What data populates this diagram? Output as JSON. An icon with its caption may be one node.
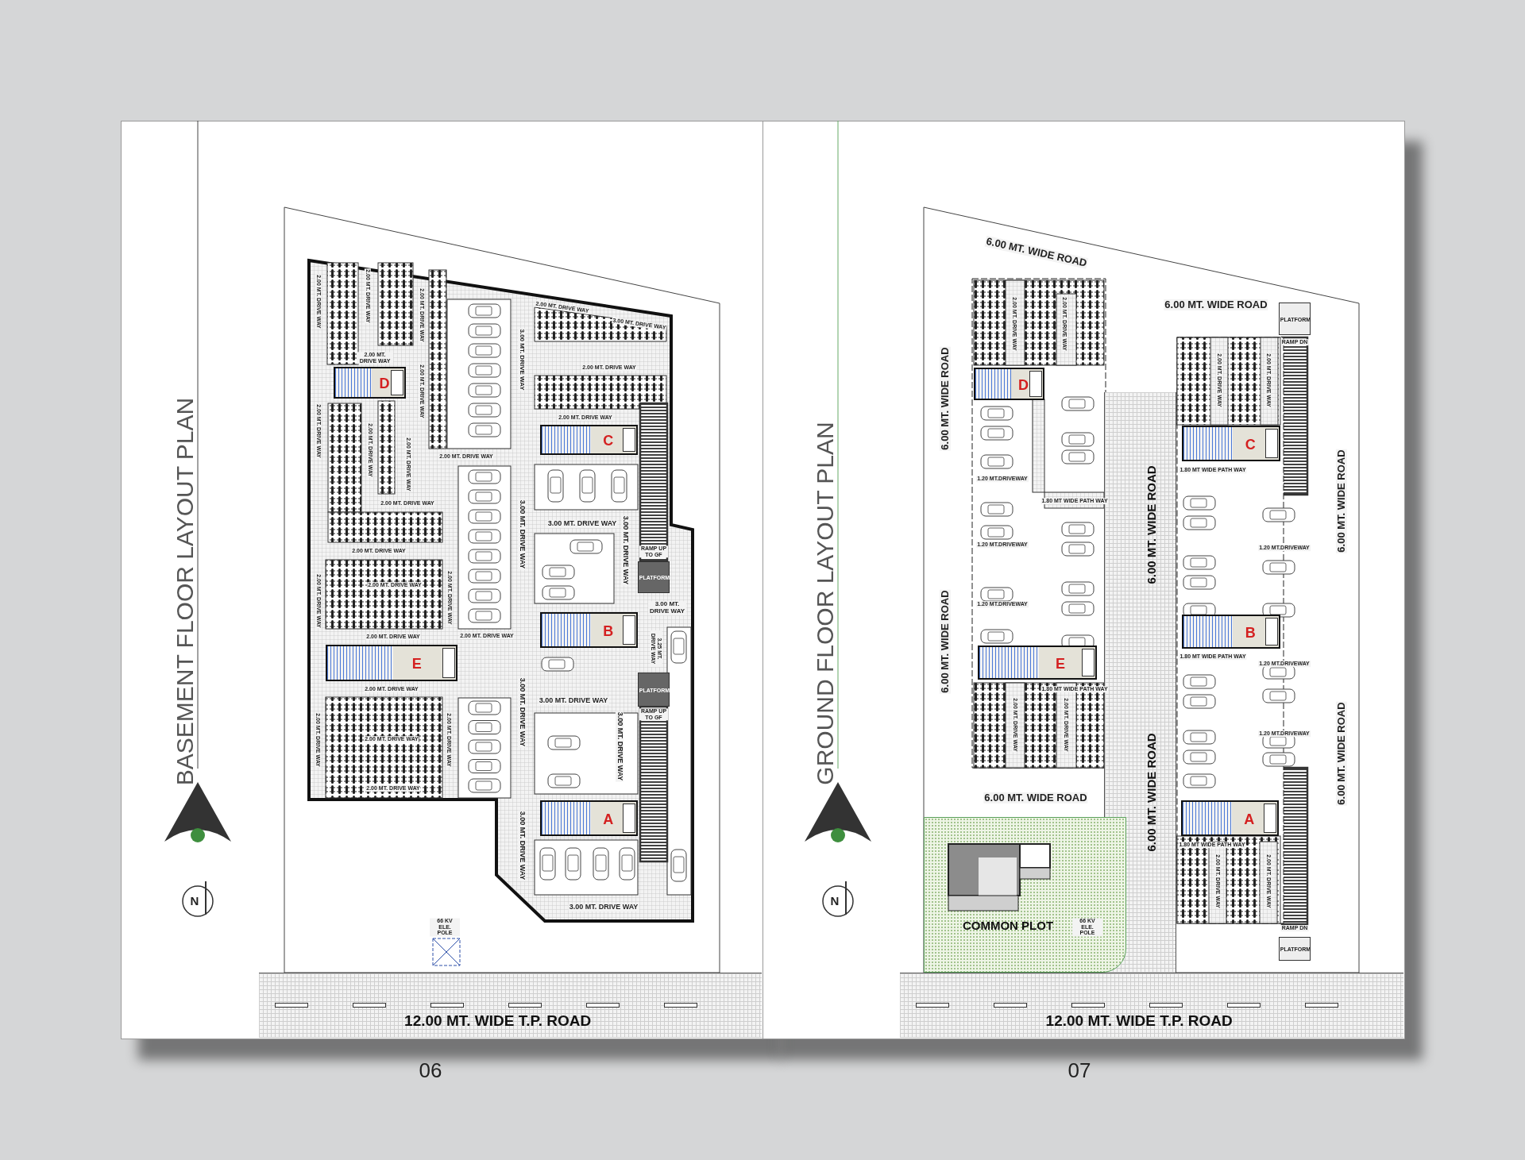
{
  "diagram": {
    "nodes": [
      {
        "text": [
          "D"
        ]
      },
      {
        "text": [
          "C"
        ]
      },
      {
        "text": [
          "E"
        ]
      },
      {
        "text": [
          "B"
        ]
      },
      {
        "text": [
          "A"
        ]
      },
      {
        "text": [
          "PLATFORM"
        ]
      },
      {
        "text": [
          "PLATFORM"
        ]
      },
      {
        "text": [
          "12.00 MT. WIDE T.P. ROAD"
        ]
      },
      {
        "text": [
          "D"
        ]
      },
      {
        "text": [
          "C"
        ]
      },
      {
        "text": [
          "E"
        ]
      },
      {
        "text": [
          "B"
        ]
      },
      {
        "text": [
          "A"
        ]
      },
      {
        "text": [
          "PLATFORM"
        ]
      },
      {
        "text": [
          "PLATFORM"
        ]
      },
      {
        "text": [
          "6.00 MT. WIDE ROAD",
          "6.00 MT. WIDE ROAD"
        ]
      },
      {
        "text": [
          "COMMON PLOT"
        ]
      },
      {
        "text": [
          "12.00 MT. WIDE T.P. ROAD"
        ]
      }
    ],
    "labels": [
      "BASEMENT FLOOR LAYOUT PLAN",
      "GROUND FLOOR LAYOUT PLAN",
      "06",
      "07",
      "N",
      "N",
      "2.00 MT. DRIVE WAY",
      "2.00 MT. DRIVE WAY",
      "2.00 MT. DRIVE WAY",
      "2.00 MT. DRIVE WAY",
      "2.00 MT. DRIVE WAY",
      "2.00 MT. DRIVE WAY",
      "2.00 MT. DRIVE WAY",
      "2.00 MT. DRIVE WAY",
      "2.00 MT. DRIVE WAY",
      "3.00 MT. DRIVE WAY",
      "2.00 MT. DRIVE WAY",
      "3.00 MT. DRIVE WAY",
      "2.00 MT. DRIVE WAY",
      "2.00 MT. DRIVE WAY",
      "2.00 MT. DRIVE WAY",
      "2.00 MT. DRIVE WAY",
      "3.00 MT. DRIVE WAY",
      "3.00 MT. DRIVE WAY",
      "3.00 MT. DRIVE WAY",
      "2.00 MT. DRIVE WAY",
      "2.00 MT. DRIVE WAY",
      "2.00 MT. DRIVE WAY",
      "RAMP UP TO GF",
      "3.00 MT. DRIVE WAY",
      "3.25 MT. DRIVE WAY",
      "2.00 MT. DRIVE WAY",
      "2.00 MT. DRIVE WAY",
      "2.00 MT. DRIVE WAY",
      "3.00 MT. DRIVE WAY",
      "2.00 MT. DRIVE WAY",
      "2.00 MT. DRIVE WAY",
      "2.00 MT. DRIVE WAY",
      "3.00 MT. DRIVE WAY",
      "3.00 MT. DRIVE WAY",
      "RAMP UP TO GF",
      "2.00 MT. DRIVE WAY",
      "3.00 MT. DRIVE WAY",
      "3.00 MT. DRIVE WAY",
      "66 KV ELE. POLE",
      "6.00 MT. WIDE ROAD",
      "6.00 MT. WIDE ROAD",
      "6.00 MT. WIDE ROAD",
      "6.00 MT. WIDE ROAD",
      "6.00 MT. WIDE ROAD",
      "6.00 MT. WIDE ROAD",
      "6.00 MT. WIDE ROAD",
      "2.00 MT. DRIVE WAY",
      "2.00 MT. DRIVE WAY",
      "1.20 MT.DRIVEWAY",
      "1.80 MT WIDE PATH WAY",
      "1.20 MT.DRIVEWAY",
      "1.20 MT.DRIVEWAY",
      "1.80 MT WIDE PATH WAY",
      "2.00 MT. DRIVE WAY",
      "2.00 MT. DRIVE WAY",
      "RAMP DN",
      "2.00 MT. DRIVE WAY",
      "2.00 MT. DRIVE WAY",
      "1.80 MT WIDE PATH WAY",
      "1.20 MT.DRIVEWAY",
      "1.80 MT WIDE PATH WAY",
      "1.20 MT.DRIVEWAY",
      "1.20 MT.DRIVEWAY",
      "1.80 MT WIDE PATH WAY",
      "2.00 MT. DRIVE WAY",
      "2.00 MT. DRIVE WAY",
      "RAMP DN",
      "66 KV ELE. POLE"
    ]
  }
}
